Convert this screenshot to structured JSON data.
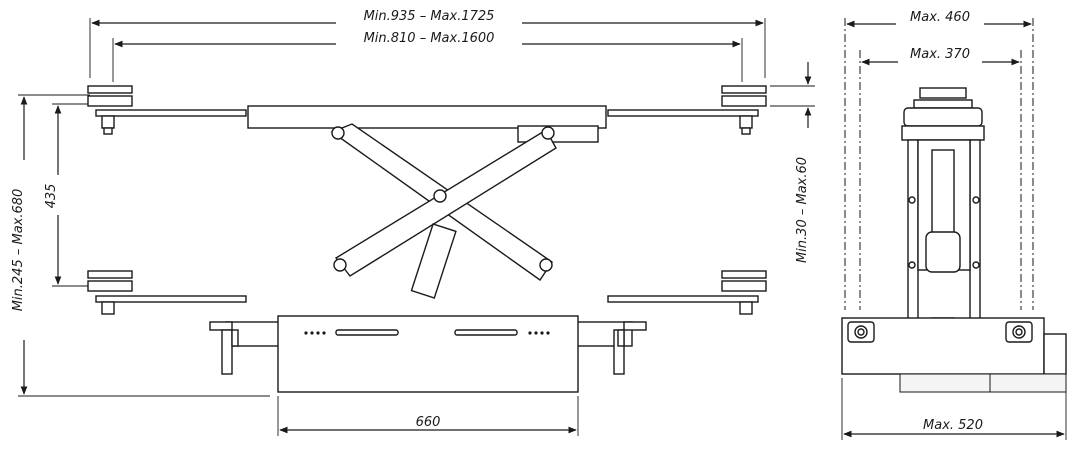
{
  "dimensions": {
    "overall_width": "Min.935  –  Max.1725",
    "arm_span": "Min.810  –  Max.1600",
    "overall_height": "Min.245  –  Max.680",
    "stroke_height": "435",
    "pad_height": "Min.30  –  Max.60",
    "base_length": "660",
    "side_max_outer": "Max.  460",
    "side_max_inner": "Max.  370",
    "side_base_width": "Max.  520"
  }
}
